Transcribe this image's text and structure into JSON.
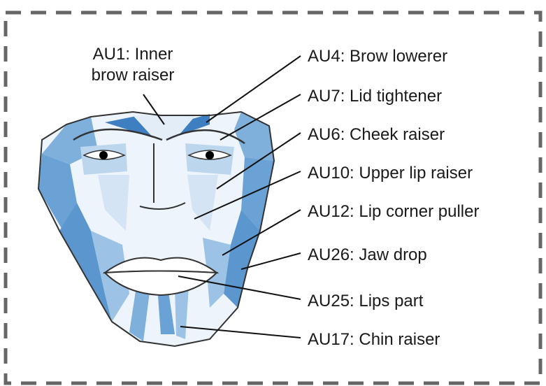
{
  "colors": {
    "border_dash": "#666666",
    "face_blue_dark": "#3d7fc0",
    "face_blue_mid": "#7fb0dc",
    "face_blue_light": "#bcd6ee",
    "face_outline": "#333333",
    "leader_line": "#111111",
    "text": "#1a1a1a"
  },
  "labels": {
    "au1_line1": "AU1: Inner",
    "au1_line2": "brow raiser",
    "au4": "AU4:  Brow lowerer",
    "au7": "AU7:  Lid tightener",
    "au6": "AU6:  Cheek raiser",
    "au10": "AU10: Upper lip raiser",
    "au12": "AU12: Lip corner puller",
    "au26": "AU26: Jaw drop",
    "au25": "AU25: Lips part",
    "au17": "AU17: Chin raiser"
  }
}
